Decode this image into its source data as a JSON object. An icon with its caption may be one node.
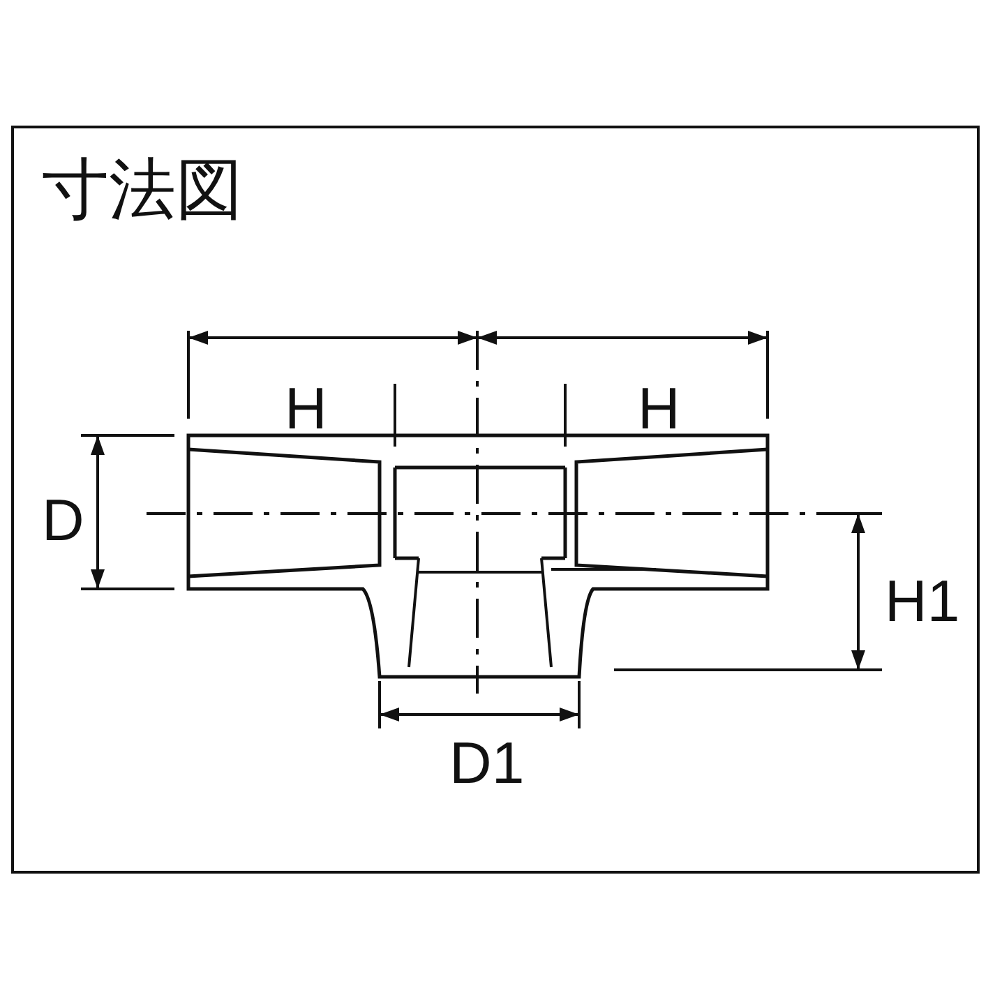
{
  "diagram": {
    "title": "寸法図",
    "labels": [
      "H",
      "H",
      "D",
      "H1",
      "D1"
    ]
  }
}
